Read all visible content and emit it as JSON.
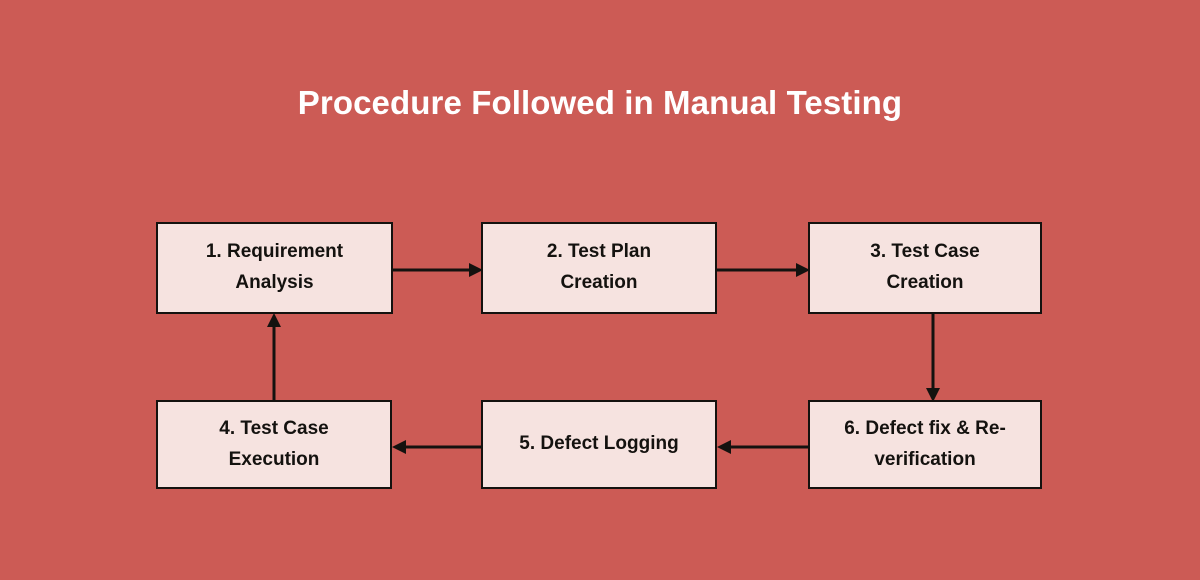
{
  "diagram": {
    "title": "Procedure Followed in Manual Testing",
    "type": "flowchart-cycle",
    "colors": {
      "background": "#cc5b55",
      "node_fill": "#f6e3e0",
      "node_border": "#14120f",
      "title_text": "#ffffff",
      "node_text": "#14120f",
      "connector": "#14120f"
    },
    "nodes": [
      {
        "id": "1",
        "number": "1.",
        "label": "1. Requirement Analysis",
        "line1": "1. Requirement",
        "line2": "Analysis"
      },
      {
        "id": "2",
        "number": "2.",
        "label": "2. Test Plan Creation",
        "line1": "2. Test Plan",
        "line2": "Creation"
      },
      {
        "id": "3",
        "number": "3.",
        "label": "3. Test Case Creation",
        "line1": "3. Test Case",
        "line2": "Creation"
      },
      {
        "id": "4",
        "number": "4.",
        "label": "4. Test Case Execution",
        "line1": "4. Test Case",
        "line2": "Execution"
      },
      {
        "id": "5",
        "number": "5.",
        "label": "5. Defect Logging",
        "line1": "5. Defect Logging",
        "line2": ""
      },
      {
        "id": "6",
        "number": "6.",
        "label": "6. Defect fix & Re-verification",
        "line1": "6. Defect fix & Re-",
        "line2": "verification"
      }
    ],
    "connectors": [
      {
        "id": "1-2",
        "from": "1",
        "to": "2",
        "direction": "right"
      },
      {
        "id": "2-3",
        "from": "2",
        "to": "3",
        "direction": "right"
      },
      {
        "id": "3-6",
        "from": "3",
        "to": "6",
        "direction": "down"
      },
      {
        "id": "6-5",
        "from": "6",
        "to": "5",
        "direction": "left"
      },
      {
        "id": "5-4",
        "from": "5",
        "to": "4",
        "direction": "left"
      },
      {
        "id": "4-1",
        "from": "4",
        "to": "1",
        "direction": "up"
      }
    ]
  }
}
